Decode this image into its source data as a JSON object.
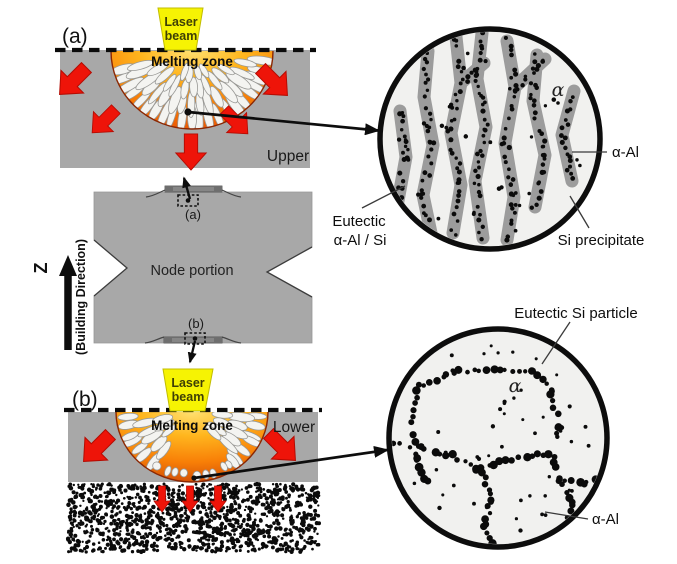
{
  "figure": {
    "panel_a": {
      "marker": "(a)",
      "laser_line1": "Laser",
      "laser_line2": "beam",
      "melt_label": "Melting zone",
      "region": "Upper"
    },
    "panel_b": {
      "marker": "(b)",
      "laser_line1": "Laser",
      "laser_line2": "beam",
      "melt_label": "Melting zone",
      "region": "Lower"
    },
    "node": {
      "title": "Node portion",
      "top_marker": "(a)",
      "bottom_marker": "(b)"
    },
    "axis": {
      "z": "Z",
      "direction": "(Building Direction)"
    },
    "micrograph_top": {
      "alpha": "α",
      "alpha_al": "α-Al",
      "si_precipitate": "Si precipitate",
      "eutectic_line1": "Eutectic",
      "eutectic_line2": "α-Al / Si"
    },
    "micrograph_bottom": {
      "alpha": "α",
      "eutectic": "Eutectic Si particle",
      "alpha_al": "α-Al"
    }
  },
  "colors": {
    "material_gray": "#a8a8a8",
    "laser_yellow": "#f6f303",
    "arrow_red": "#ee1409",
    "melt_core": "#ffe070",
    "melt_mid": "#ffb61e",
    "melt_rim": "#e85304",
    "micrograph_fill": "#f1f1ef",
    "eutectic_band": "#9c9c9c",
    "particle_black": "#0b0b0b"
  }
}
